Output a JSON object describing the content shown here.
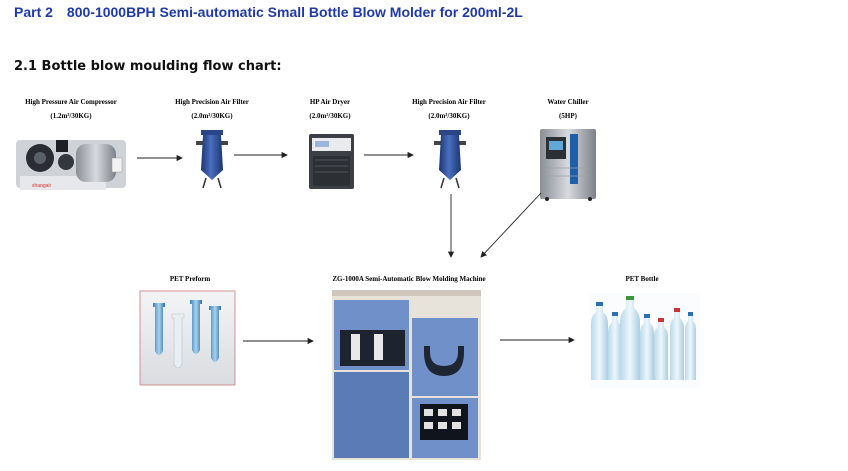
{
  "header": {
    "part_label": "Part 2",
    "part_text": "800-1000BPH Semi-automatic Small Bottle Blow Molder for 200ml-2L"
  },
  "section_title": "2.1 Bottle blow moulding flow chart:",
  "nodes": {
    "compressor": {
      "name": "High Pressure Air Compressor",
      "spec": "(1.2m³/30KG)",
      "icon": "air-compressor"
    },
    "filter1": {
      "name": "High Precision Air Filter",
      "spec": "(2.0m³/30KG)",
      "icon": "air-filter"
    },
    "dryer": {
      "name": "HP Air Dryer",
      "spec": "(2.0m³/30KG)",
      "icon": "air-dryer"
    },
    "filter2": {
      "name": "High Precision Air Filter",
      "spec": "(2.0m³/30KG)",
      "icon": "air-filter"
    },
    "chiller": {
      "name": "Water Chiller",
      "spec": "(5HP)",
      "icon": "water-chiller"
    },
    "preform": {
      "name": "PET Preform",
      "icon": "pet-preforms"
    },
    "machine": {
      "name": "ZG-1000A Semi-Automatic Blow Molding Machine",
      "icon": "blow-molding-machine"
    },
    "bottle": {
      "name": "PET Bottle",
      "icon": "pet-bottles"
    }
  },
  "colors": {
    "title_blue": "#1f3aa8",
    "equipment_blue": "#2f4f9a",
    "machine_blue": "#6f90c8"
  }
}
